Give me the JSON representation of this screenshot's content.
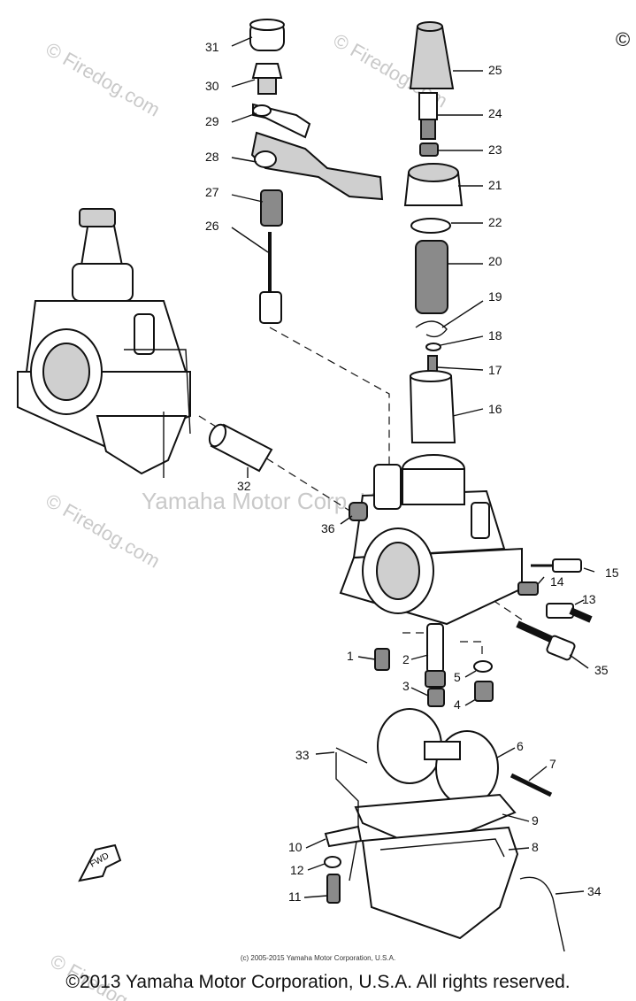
{
  "watermark": {
    "site": "© Firedog.com",
    "brand": "Yamaha Motor Corp. U.S.A."
  },
  "corner_mark": "©",
  "copyright_small": "(c) 2005-2015 Yamaha Motor Corporation, U.S.A.",
  "copyright_main": "©2013 Yamaha Motor Corporation, U.S.A. All rights reserved.",
  "fwd_label": "FWD",
  "callouts": [
    "1",
    "2",
    "3",
    "4",
    "5",
    "6",
    "7",
    "8",
    "9",
    "10",
    "11",
    "12",
    "13",
    "14",
    "15",
    "16",
    "17",
    "18",
    "19",
    "20",
    "21",
    "22",
    "23",
    "24",
    "25",
    "26",
    "27",
    "28",
    "29",
    "30",
    "31",
    "32",
    "33",
    "34",
    "35",
    "36"
  ]
}
